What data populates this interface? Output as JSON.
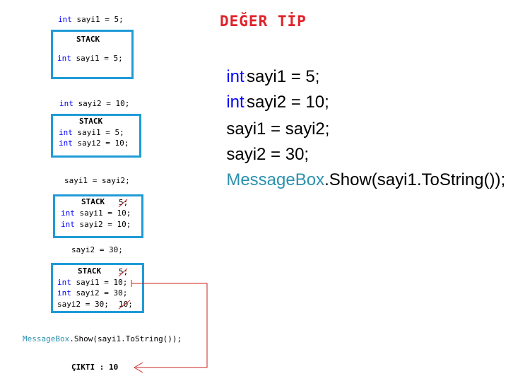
{
  "title": "DEĞER TİP",
  "code_lines": [
    {
      "kw": "int",
      "rest": "sayi1 = 5;"
    },
    {
      "kw": "int",
      "rest": "sayi2 = 10;"
    },
    {
      "kw": "",
      "rest": "sayi1 = sayi2;"
    },
    {
      "kw": "",
      "rest": "sayi2 = 30;"
    },
    {
      "cls": "MessageBox",
      "rest": ".Show(sayi1.ToString());"
    }
  ],
  "steps": {
    "s1_stmt": {
      "kw": "int",
      "rest": " sayi1 = 5;"
    },
    "s1_box": {
      "label": "STACK",
      "line1_kw": "int",
      "line1_rest": " sayi1 = 5;"
    },
    "s2_stmt": {
      "kw": "int",
      "rest": " sayi2 = 10;"
    },
    "s2_box": {
      "label": "STACK",
      "line1_kw": "int",
      "line1_rest": " sayi1 = 5;",
      "line2_kw": "int",
      "line2_rest": " sayi2 = 10;"
    },
    "s3_stmt": "sayi1 = sayi2;",
    "s3_box": {
      "label": "STACK",
      "struck": "5;",
      "line1_kw": "int",
      "line1_rest": " sayi1 = 10;",
      "line2_kw": "int",
      "line2_rest": " sayi2 = 10;"
    },
    "s4_stmt": "sayi2 = 30;",
    "s4_box": {
      "label": "STACK",
      "struck": "5;",
      "line1_kw": "int",
      "line1_rest": " sayi1 = 10;",
      "line2_kw": "int",
      "line2_rest": " sayi2 = 30;",
      "line3": "sayi2 = 30;",
      "struck2": "10;"
    }
  },
  "messagebox_call": {
    "cls": "MessageBox",
    "rest": ".Show(sayi1.ToString());"
  },
  "output": "ÇIKTI : 10",
  "colors": {
    "keyword": "#0000ff",
    "class": "#2b91af",
    "title": "#e0222a",
    "box_border": "#1f9bd7",
    "arrow": "#cc2222"
  }
}
